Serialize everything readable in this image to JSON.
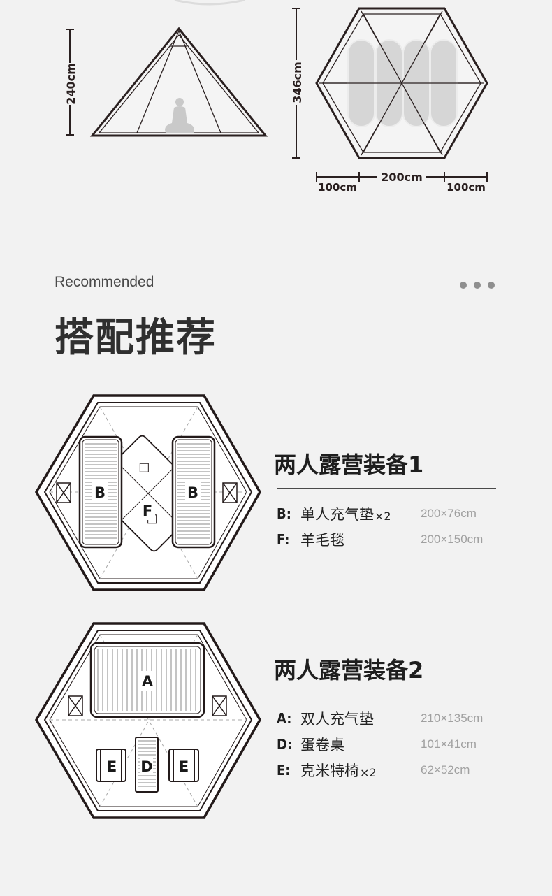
{
  "dimensions": {
    "side_height": "240cm",
    "top_depth": "346cm",
    "width_left": "100cm",
    "width_center": "200cm",
    "width_right": "100cm"
  },
  "recommended": {
    "label": "Recommended",
    "title": "搭配推荐"
  },
  "setups": [
    {
      "title": "两人露营装备1",
      "items": [
        {
          "code": "B:",
          "name": "单人充气垫",
          "qty": "×2",
          "size": "200×76cm"
        },
        {
          "code": "F:",
          "name": "羊毛毯",
          "qty": "",
          "size": "200×150cm"
        }
      ],
      "plan_labels": [
        "B",
        "B",
        "F"
      ]
    },
    {
      "title": "两人露营装备2",
      "items": [
        {
          "code": "A:",
          "name": "双人充气垫",
          "qty": "",
          "size": "210×135cm"
        },
        {
          "code": "D:",
          "name": "蛋卷桌",
          "qty": "",
          "size": "101×41cm"
        },
        {
          "code": "E:",
          "name": "克米特椅",
          "qty": "×2",
          "size": "62×52cm"
        }
      ],
      "plan_labels": [
        "A",
        "E",
        "D",
        "E"
      ]
    }
  ],
  "colors": {
    "background": "#f2f2f2",
    "line": "#2a2020",
    "mat_fill": "#d6d6d6"
  }
}
